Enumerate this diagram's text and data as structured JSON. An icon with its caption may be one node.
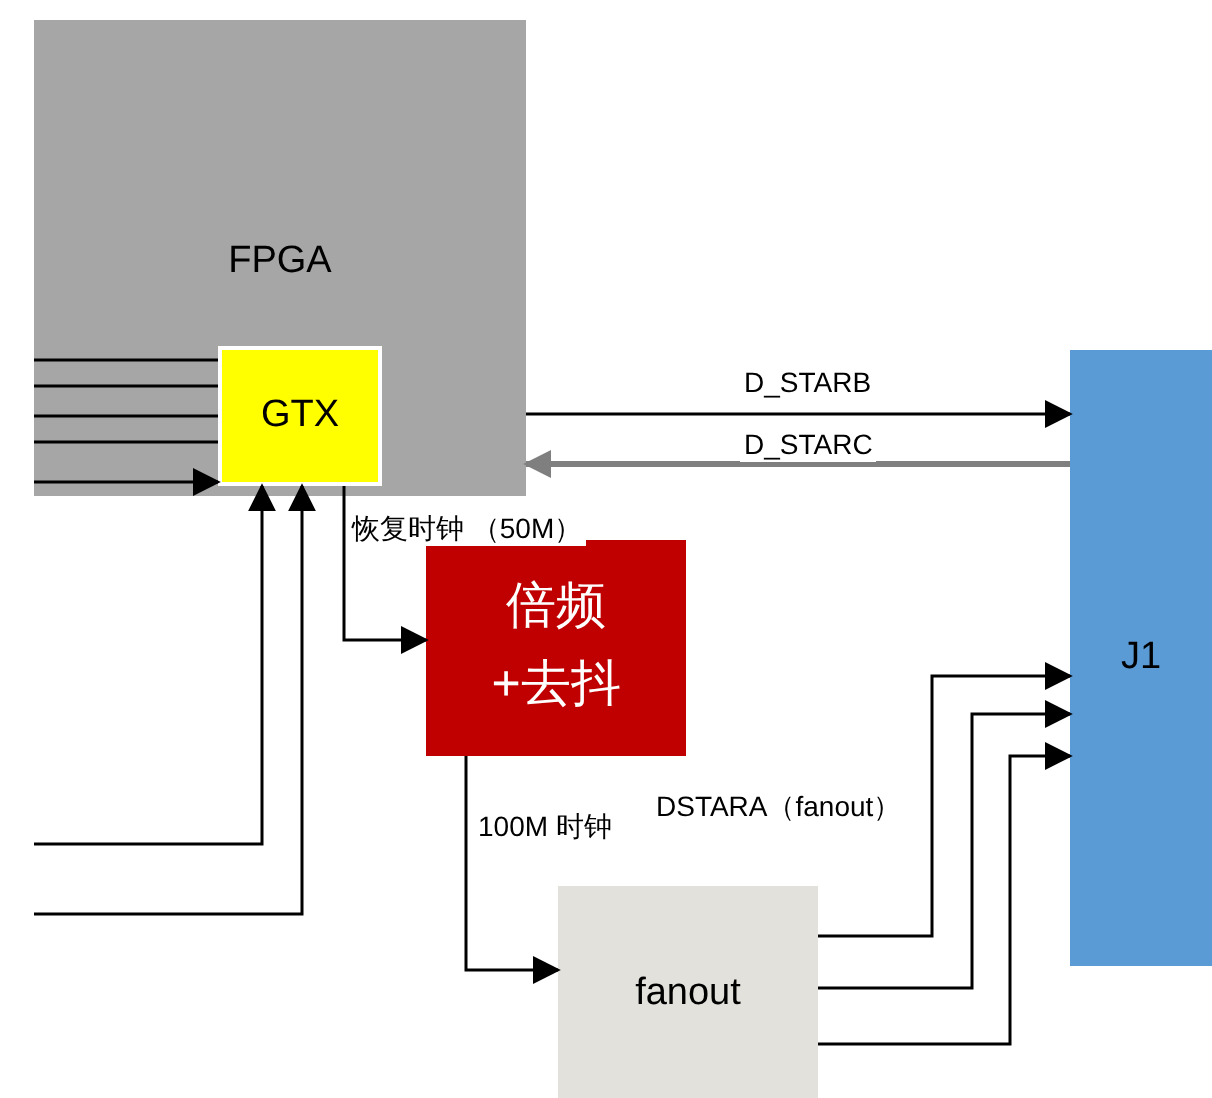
{
  "diagram": {
    "nodes": [
      {
        "text": [
          "FPGA"
        ]
      },
      {
        "text": [
          "GTX"
        ],
        "in": 0
      },
      {
        "text": [
          "倍频+去抖"
        ]
      },
      {
        "text": [
          "fanout"
        ]
      },
      {
        "text": [
          "J1"
        ]
      }
    ],
    "edges": [
      {
        "from": null,
        "to": 1,
        "arrow": "none"
      },
      {
        "from": null,
        "to": 1,
        "arrow": "none"
      },
      {
        "from": null,
        "to": 1,
        "arrow": "none"
      },
      {
        "from": null,
        "to": 1,
        "arrow": "none"
      },
      {
        "from": null,
        "to": 1,
        "arrow": "to"
      },
      {
        "from": null,
        "to": 1,
        "arrow": "to"
      },
      {
        "from": null,
        "to": 1,
        "arrow": "to"
      },
      {
        "from": 1,
        "to": 2,
        "arrow": "to",
        "label": "恢复时钟 （50M）"
      },
      {
        "from": 0,
        "to": 4,
        "arrow": "to",
        "label": "D_STARB"
      },
      {
        "from": 4,
        "to": 0,
        "arrow": "to",
        "label": "D_STARC",
        "style": "thick",
        "color": "#7f7f7f"
      },
      {
        "from": 2,
        "to": 3,
        "arrow": "to",
        "label": "100M 时钟"
      },
      {
        "from": 3,
        "to": 4,
        "arrow": "to"
      },
      {
        "from": 3,
        "to": 4,
        "arrow": "to"
      },
      {
        "from": 3,
        "to": 4,
        "arrow": "to"
      }
    ],
    "labels": [
      "DSTARA（fanout）"
    ]
  }
}
